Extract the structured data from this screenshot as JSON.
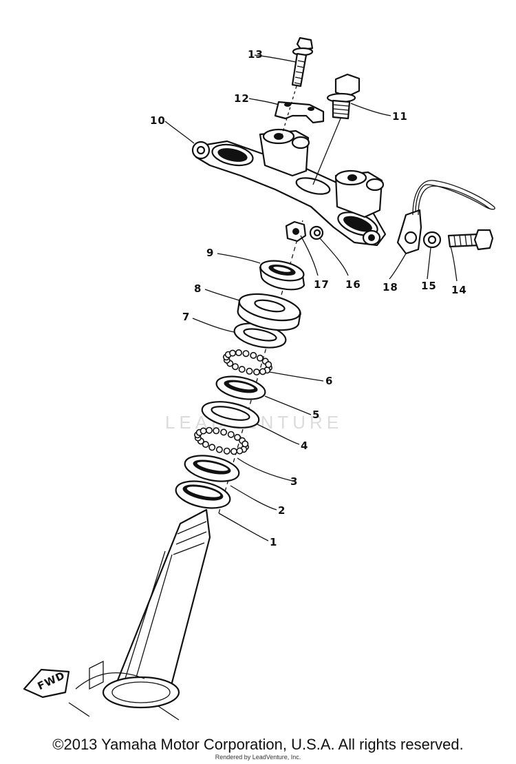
{
  "diagram": {
    "callouts": [
      "1",
      "2",
      "3",
      "4",
      "5",
      "6",
      "7",
      "8",
      "9",
      "10",
      "11",
      "12",
      "13",
      "14",
      "15",
      "16",
      "17",
      "18"
    ],
    "fwd_label": "FWD",
    "watermark": "LEADVENTURE"
  },
  "footer": {
    "copyright": "©2013 Yamaha Motor Corporation, U.S.A. All rights reserved.",
    "rendered_by": "Rendered by LeadVenture, Inc."
  }
}
